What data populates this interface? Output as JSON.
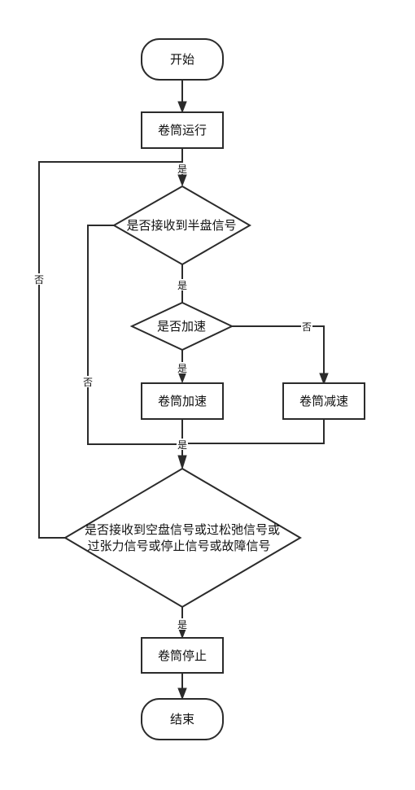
{
  "nodes": {
    "start": "开始",
    "reel_run": "卷筒运行",
    "check_half": "是否接收到半盘信号",
    "check_accel": "是否加速",
    "reel_accel": "卷筒加速",
    "reel_decel": "卷筒减速",
    "check_stop_line1": "是否接收到空盘信号或过松弛信号或",
    "check_stop_line2": "过张力信号或停止信号或故障信号",
    "reel_stop": "卷筒停止",
    "end": "结束"
  },
  "edge_labels": {
    "loop_yes": "是",
    "half_yes": "是",
    "half_no": "否",
    "accel_yes": "是",
    "accel_no": "否",
    "merge_yes": "是",
    "stop_no": "否",
    "stop_yes": "是"
  }
}
